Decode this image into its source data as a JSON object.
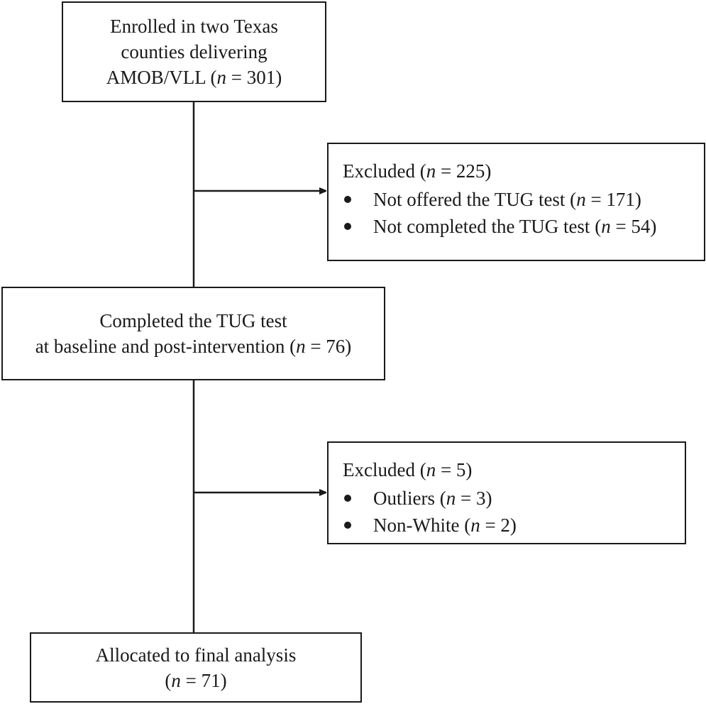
{
  "boxes": {
    "enrolled": {
      "line1": "Enrolled in two Texas",
      "line2": "counties delivering",
      "line3_pre": "AMOB/VLL (",
      "n_symbol": "n",
      "line3_post": " = 301)"
    },
    "excluded_1": {
      "title_pre": "Excluded (",
      "n_symbol": "n",
      "title_post": " = 225)",
      "items": [
        {
          "pre": "Not offered the TUG test (",
          "n_symbol": "n",
          "post": " = 171)"
        },
        {
          "pre": "Not completed the TUG test (",
          "n_symbol": "n",
          "post": " = 54)"
        }
      ]
    },
    "completed": {
      "line1": "Completed the TUG test",
      "line2_pre": "at baseline and post-intervention (",
      "n_symbol": "n",
      "line2_post": " = 76)"
    },
    "excluded_2": {
      "title_pre": "Excluded (",
      "n_symbol": "n",
      "title_post": " = 5)",
      "items": [
        {
          "pre": "Outliers (",
          "n_symbol": "n",
          "post": " = 3)"
        },
        {
          "pre": "Non-White (",
          "n_symbol": "n",
          "post": " = 2)"
        }
      ]
    },
    "final": {
      "line1": "Allocated to final analysis",
      "line2_pre": "(",
      "n_symbol": "n",
      "line2_post": " = 71)"
    }
  },
  "colors": {
    "stroke": "#1a1a1a",
    "background": "#ffffff"
  }
}
